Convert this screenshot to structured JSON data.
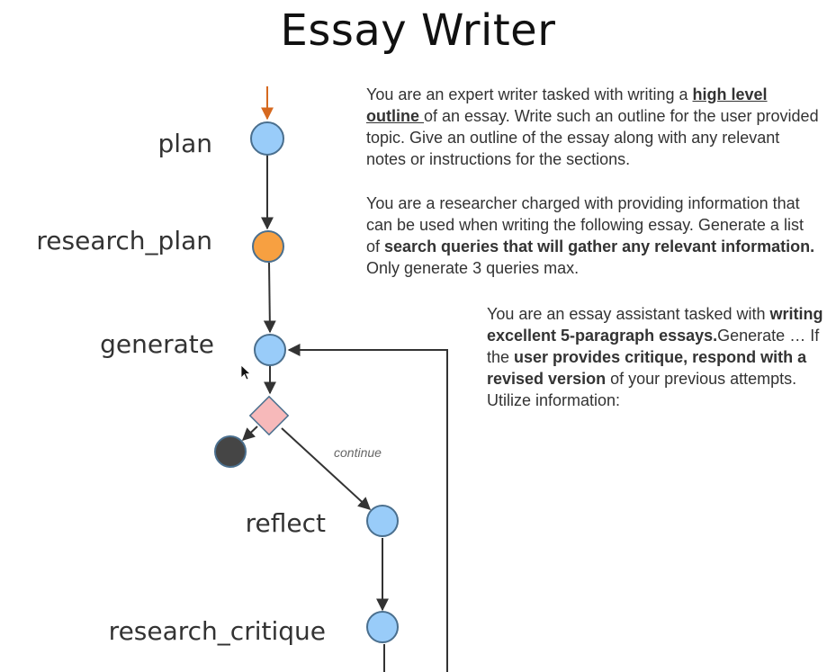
{
  "title": "Essay Writer",
  "colors": {
    "node_default": "#99ccf9",
    "node_active": "#f7a041",
    "node_end": "#454545",
    "decision": "#f7b9ba",
    "stroke": "#4a6f8e",
    "edge": "#333333",
    "start_arrow": "#d6691f"
  },
  "nodes": {
    "plan": "plan",
    "research_plan": "research_plan",
    "generate": "generate",
    "reflect": "reflect",
    "research_critique": "research_critique"
  },
  "edges": {
    "continue_label": "continue"
  },
  "prompts": {
    "plan": {
      "t1": "You are an expert writer tasked with writing a ",
      "b1": "high level outline ",
      "t2": "of an essay. Write such an outline for the user provided topic. Give an outline of the essay along with any relevant notes or instructions for the sections."
    },
    "research_plan": {
      "t1": "You are a researcher charged with providing information that can be used when writing the following essay. Generate a list of ",
      "b1": "search queries that will gather any relevant information.",
      "t2": " Only generate 3 queries max."
    },
    "generate": {
      "t1": "You are an essay assistant tasked with ",
      "b1": "writing excellent 5-paragraph essays.",
      "t2": "Generate … If the ",
      "b2": "user provides critique, respond with a revised version",
      "t3": " of your previous attempts. Utilize information:"
    }
  }
}
